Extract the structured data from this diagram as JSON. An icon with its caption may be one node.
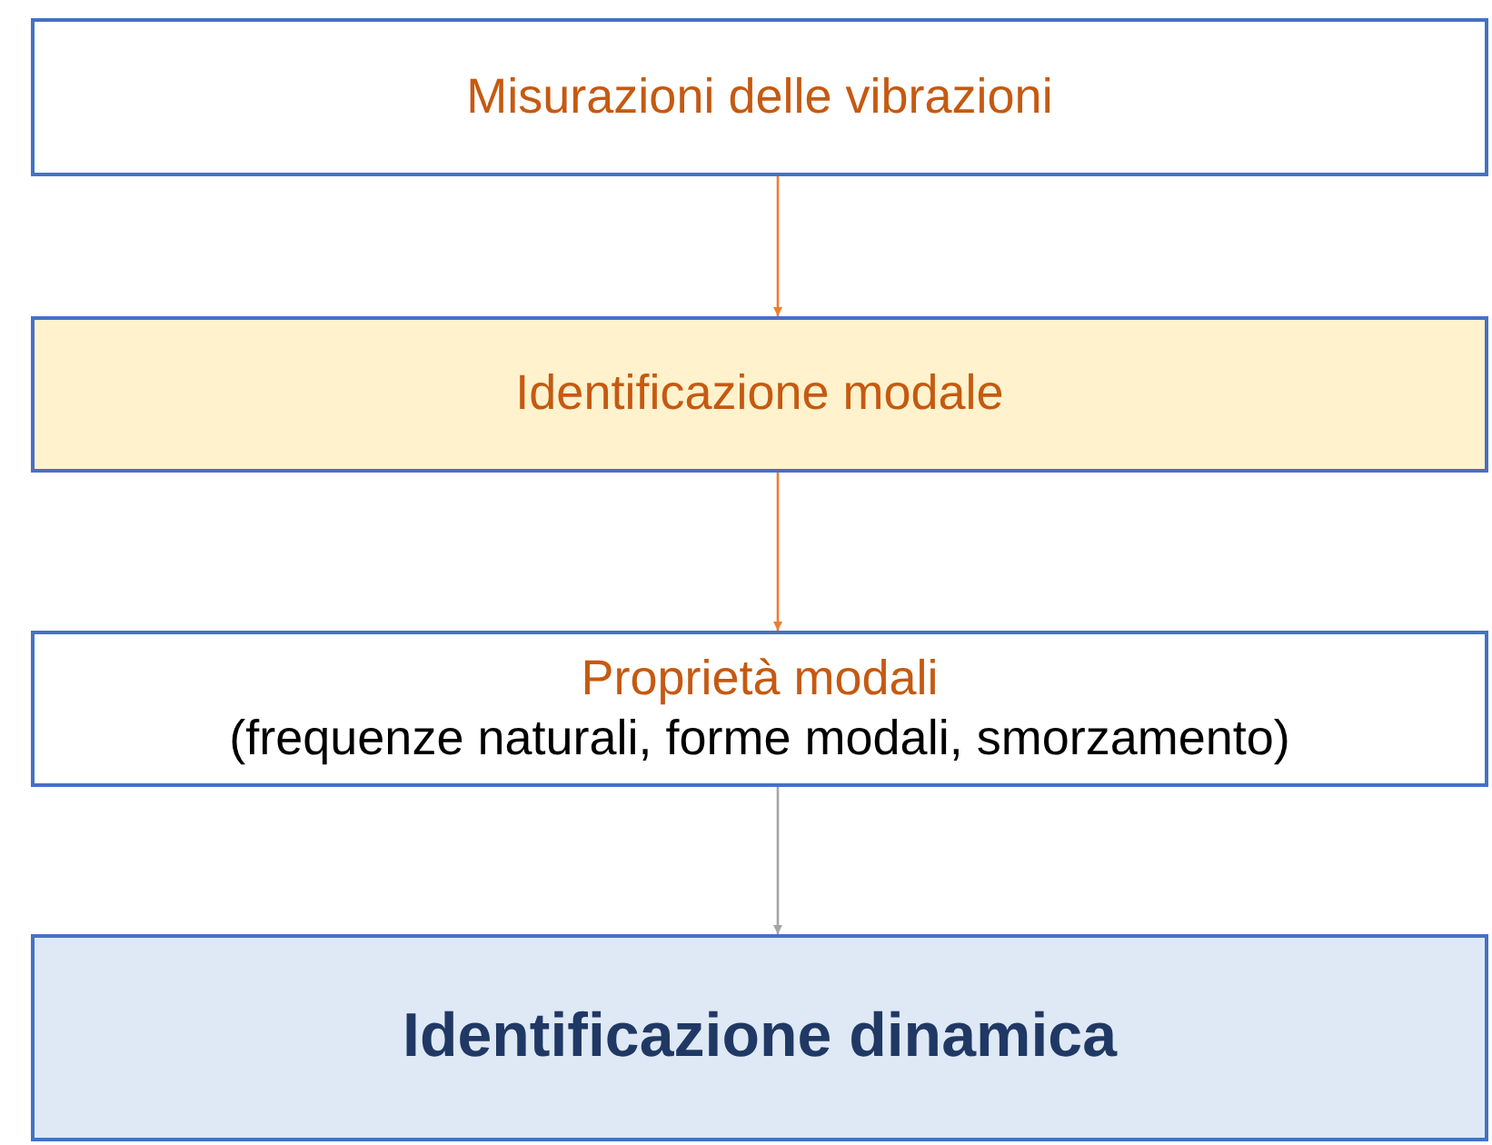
{
  "diagram": {
    "nodes": [
      {
        "text": [
          "Misurazioni delle vibrazioni"
        ]
      },
      {
        "text": [
          "Identificazione modale"
        ]
      },
      {
        "text": [
          "Proprietà modali",
          "(frequenze naturali, forme modali, smorzamento)"
        ]
      },
      {
        "text": [
          "Identificazione dinamica"
        ]
      }
    ],
    "edges": [
      {
        "from": 0,
        "to": 1,
        "arrow": "to"
      },
      {
        "from": 1,
        "to": 2,
        "arrow": "to"
      },
      {
        "from": 2,
        "to": 3,
        "arrow": "to",
        "color": "#a5a5a5"
      }
    ]
  }
}
